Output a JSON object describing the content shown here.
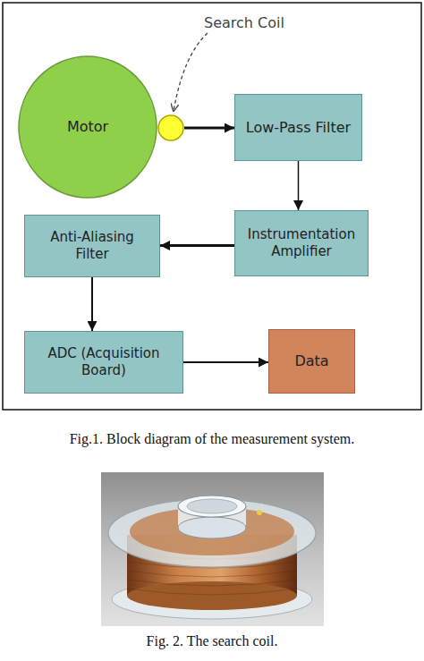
{
  "diagram": {
    "caption": "Fig.1. Block diagram of the measurement system.",
    "nodes": [
      {
        "text": [
          "Motor"
        ]
      },
      {
        "text": [
          "Search Coil"
        ]
      },
      {
        "text": [
          "Low-Pass Filter"
        ]
      },
      {
        "text": [
          "Instrumentation Amplifier"
        ]
      },
      {
        "text": [
          "Anti-Aliasing Filter"
        ]
      },
      {
        "text": [
          "ADC (Acquisition Board)"
        ]
      },
      {
        "text": [
          "Data"
        ]
      }
    ],
    "edges": [
      {
        "from": 1,
        "to": 2,
        "arrow": "to"
      },
      {
        "from": 2,
        "to": 3,
        "arrow": "to"
      },
      {
        "from": 3,
        "to": 4,
        "arrow": "to"
      },
      {
        "from": 4,
        "to": 5,
        "arrow": "to"
      },
      {
        "from": 5,
        "to": 6,
        "arrow": "to"
      }
    ],
    "labels": [
      "Fig. 2. The search coil."
    ]
  }
}
